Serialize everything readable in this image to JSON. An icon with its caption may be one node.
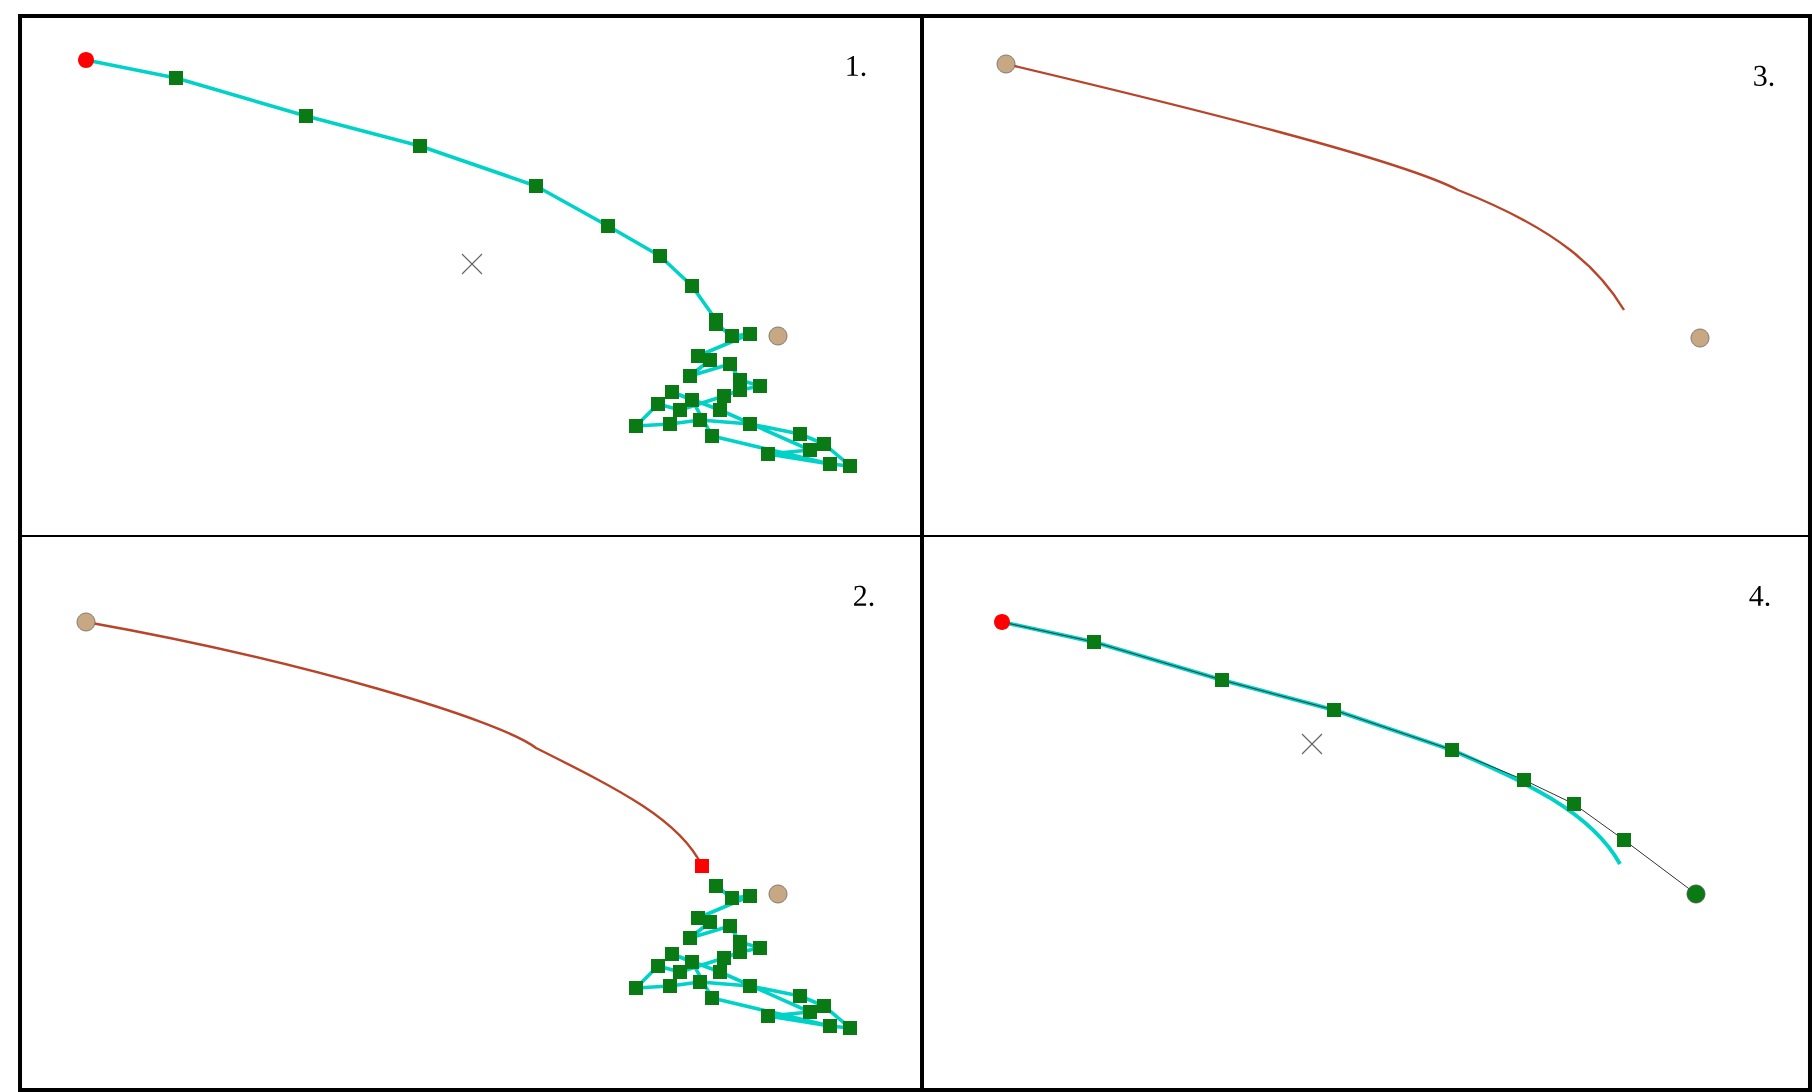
{
  "diagram": {
    "labels": [
      "1.",
      "3.",
      "2.",
      "4."
    ]
  }
}
